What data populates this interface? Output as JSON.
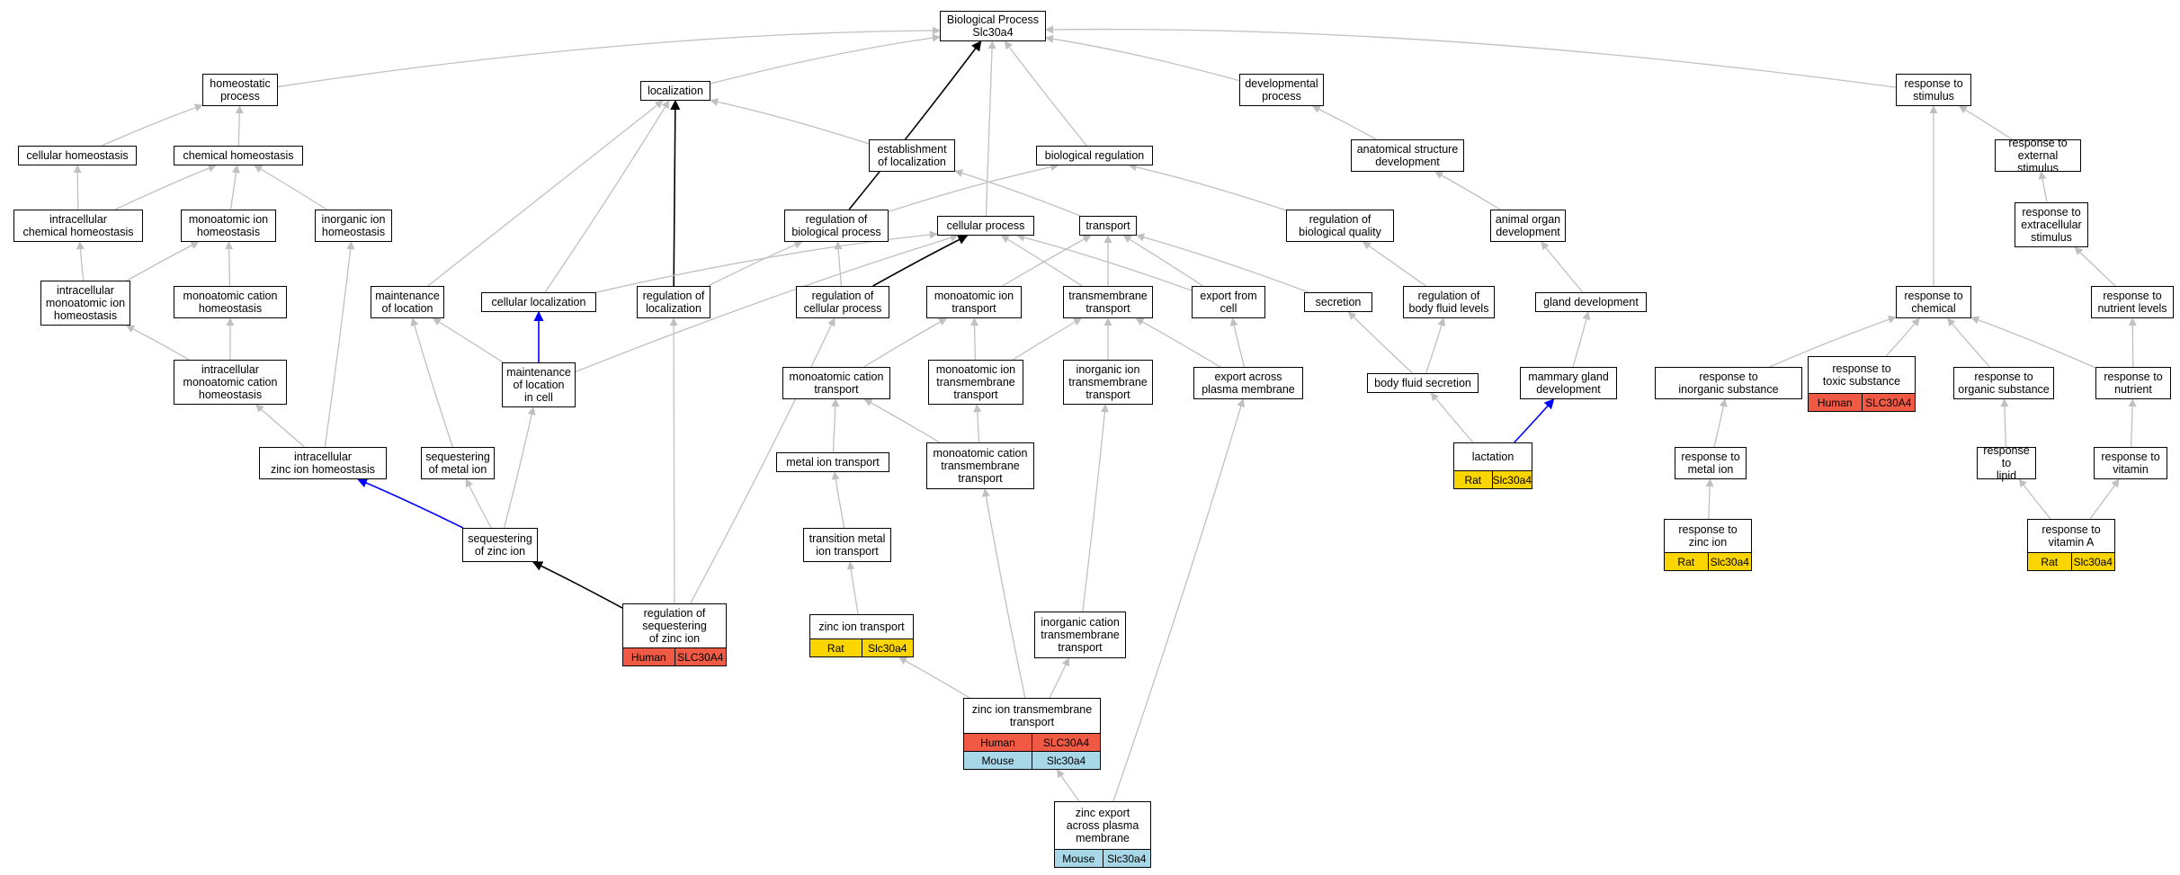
{
  "colors": {
    "edge_gray": "#c0c0c0",
    "edge_black": "#000000",
    "edge_blue": "#0000ff",
    "human": "#f05a44",
    "rat": "#fad500",
    "mouse": "#a8d8e8"
  },
  "nodes": [
    {
      "id": "bp",
      "label": "Biological Process\nSlc30a4"
    },
    {
      "id": "homeo",
      "label": "homeostatic\nprocess"
    },
    {
      "id": "loc",
      "label": "localization"
    },
    {
      "id": "dev",
      "label": "developmental\nprocess"
    },
    {
      "id": "rstim",
      "label": "response to\nstimulus"
    },
    {
      "id": "cellhom",
      "label": "cellular homeostasis"
    },
    {
      "id": "chemhom",
      "label": "chemical homeostasis"
    },
    {
      "id": "estloc",
      "label": "establishment\nof localization"
    },
    {
      "id": "bioreg",
      "label": "biological regulation"
    },
    {
      "id": "anatdev",
      "label": "anatomical structure\ndevelopment"
    },
    {
      "id": "rext",
      "label": "response to\nexternal stimulus"
    },
    {
      "id": "icchem",
      "label": "intracellular\nchemical homeostasis"
    },
    {
      "id": "maih",
      "label": "monoatomic ion\nhomeostasis"
    },
    {
      "id": "inorgih",
      "label": "inorganic ion\nhomeostasis"
    },
    {
      "id": "regbp",
      "label": "regulation of\nbiological process"
    },
    {
      "id": "cellproc",
      "label": "cellular process"
    },
    {
      "id": "transport",
      "label": "transport"
    },
    {
      "id": "regbq",
      "label": "regulation of\nbiological quality"
    },
    {
      "id": "aodev",
      "label": "animal organ\ndevelopment"
    },
    {
      "id": "rextra",
      "label": "response to\nextracellular\nstimulus"
    },
    {
      "id": "icmaih",
      "label": "intracellular\nmonoatomic ion\nhomeostasis"
    },
    {
      "id": "macath",
      "label": "monoatomic cation\nhomeostasis"
    },
    {
      "id": "mainloc",
      "label": "maintenance\nof location"
    },
    {
      "id": "cellloc",
      "label": "cellular localization"
    },
    {
      "id": "regloc",
      "label": "regulation of\nlocalization"
    },
    {
      "id": "regcp",
      "label": "regulation of\ncellular process"
    },
    {
      "id": "maitr",
      "label": "monoatomic ion\ntransport"
    },
    {
      "id": "tmtr",
      "label": "transmembrane\ntransport"
    },
    {
      "id": "expcell",
      "label": "export from\ncell"
    },
    {
      "id": "secretion",
      "label": "secretion"
    },
    {
      "id": "regbfl",
      "label": "regulation of\nbody fluid levels"
    },
    {
      "id": "glanddev",
      "label": "gland development"
    },
    {
      "id": "rchem",
      "label": "response to\nchemical"
    },
    {
      "id": "rnutlev",
      "label": "response to\nnutrient levels"
    },
    {
      "id": "icmacath",
      "label": "intracellular\nmonoatomic cation\nhomeostasis"
    },
    {
      "id": "mainlocic",
      "label": "maintenance\nof location\nin cell"
    },
    {
      "id": "macatr",
      "label": "monoatomic cation\ntransport"
    },
    {
      "id": "maitmtr",
      "label": "monoatomic ion\ntransmembrane\ntransport"
    },
    {
      "id": "inorgitmtr",
      "label": "inorganic ion\ntransmembrane\ntransport"
    },
    {
      "id": "expapm",
      "label": "export across\nplasma membrane"
    },
    {
      "id": "bfsec",
      "label": "body fluid secretion"
    },
    {
      "id": "mgdev",
      "label": "mammary gland\ndevelopment"
    },
    {
      "id": "rinorg",
      "label": "response to\ninorganic substance"
    },
    {
      "id": "rtoxic",
      "label": "response to\ntoxic substance",
      "badges": [
        [
          "Human",
          "SLC30A4",
          "human"
        ]
      ]
    },
    {
      "id": "rorg",
      "label": "response to\norganic substance"
    },
    {
      "id": "rnut",
      "label": "response to\nnutrient"
    },
    {
      "id": "iczinch",
      "label": "intracellular\nzinc ion homeostasis"
    },
    {
      "id": "seqmi",
      "label": "sequestering\nof metal ion"
    },
    {
      "id": "mitr",
      "label": "metal ion transport"
    },
    {
      "id": "macattmtr",
      "label": "monoatomic cation\ntransmembrane\ntransport"
    },
    {
      "id": "lactation",
      "label": "lactation",
      "badges": [
        [
          "Rat",
          "Slc30a4",
          "rat"
        ]
      ]
    },
    {
      "id": "rmetal",
      "label": "response to\nmetal ion"
    },
    {
      "id": "rlipid",
      "label": "response to\nlipid"
    },
    {
      "id": "rvit",
      "label": "response to\nvitamin"
    },
    {
      "id": "seqzinc",
      "label": "sequestering\nof zinc ion"
    },
    {
      "id": "tmitr",
      "label": "transition metal\nion transport"
    },
    {
      "id": "rzinc",
      "label": "response to\nzinc ion",
      "badges": [
        [
          "Rat",
          "Slc30a4",
          "rat"
        ]
      ]
    },
    {
      "id": "rvita",
      "label": "response to\nvitamin A",
      "badges": [
        [
          "Rat",
          "Slc30a4",
          "rat"
        ]
      ]
    },
    {
      "id": "regseqz",
      "label": "regulation of\nsequestering\nof zinc ion",
      "badges": [
        [
          "Human",
          "SLC30A4",
          "human"
        ]
      ]
    },
    {
      "id": "zitr",
      "label": "zinc ion transport",
      "badges": [
        [
          "Rat",
          "Slc30a4",
          "rat"
        ]
      ]
    },
    {
      "id": "inorgcattmtr",
      "label": "inorganic cation\ntransmembrane\ntransport"
    },
    {
      "id": "zitmtr",
      "label": "zinc ion transmembrane\ntransport",
      "badges": [
        [
          "Human",
          "SLC30A4",
          "human"
        ],
        [
          "Mouse",
          "Slc30a4",
          "mouse"
        ]
      ]
    },
    {
      "id": "zexp",
      "label": "zinc export\nacross plasma\nmembrane",
      "badges": [
        [
          "Mouse",
          "Slc30a4",
          "mouse"
        ]
      ]
    }
  ],
  "edges": [
    [
      "homeo",
      "bp",
      "g"
    ],
    [
      "loc",
      "bp",
      "g"
    ],
    [
      "dev",
      "bp",
      "g"
    ],
    [
      "rstim",
      "bp",
      "g"
    ],
    [
      "bioreg",
      "bp",
      "g"
    ],
    [
      "cellproc",
      "bp",
      "g"
    ],
    [
      "regbp",
      "bp",
      "k"
    ],
    [
      "cellhom",
      "homeo",
      "g"
    ],
    [
      "chemhom",
      "homeo",
      "g"
    ],
    [
      "estloc",
      "loc",
      "g"
    ],
    [
      "mainloc",
      "loc",
      "g"
    ],
    [
      "cellloc",
      "loc",
      "g"
    ],
    [
      "regloc",
      "loc",
      "k"
    ],
    [
      "anatdev",
      "dev",
      "g"
    ],
    [
      "rchem",
      "rstim",
      "g"
    ],
    [
      "rext",
      "rstim",
      "g"
    ],
    [
      "icchem",
      "cellhom",
      "g"
    ],
    [
      "icchem",
      "chemhom",
      "g"
    ],
    [
      "maih",
      "chemhom",
      "g"
    ],
    [
      "inorgih",
      "chemhom",
      "g"
    ],
    [
      "transport",
      "estloc",
      "g"
    ],
    [
      "regbp",
      "bioreg",
      "g"
    ],
    [
      "regbq",
      "bioreg",
      "g"
    ],
    [
      "aodev",
      "anatdev",
      "g"
    ],
    [
      "rextra",
      "rext",
      "g"
    ],
    [
      "icmaih",
      "icchem",
      "g"
    ],
    [
      "icmaih",
      "maih",
      "g"
    ],
    [
      "macath",
      "maih",
      "g"
    ],
    [
      "regloc",
      "regbp",
      "g"
    ],
    [
      "regcp",
      "regbp",
      "g"
    ],
    [
      "regcp",
      "cellproc",
      "k"
    ],
    [
      "cellloc",
      "cellproc",
      "g"
    ],
    [
      "mainlocic",
      "cellproc",
      "g"
    ],
    [
      "maitr",
      "transport",
      "g"
    ],
    [
      "tmtr",
      "transport",
      "g"
    ],
    [
      "expcell",
      "transport",
      "g"
    ],
    [
      "tmtr",
      "cellproc",
      "g"
    ],
    [
      "expcell",
      "cellproc",
      "g"
    ],
    [
      "secretion",
      "transport",
      "g"
    ],
    [
      "regbfl",
      "regbq",
      "g"
    ],
    [
      "glanddev",
      "aodev",
      "g"
    ],
    [
      "rnutlev",
      "rextra",
      "g"
    ],
    [
      "icmacath",
      "icmaih",
      "g"
    ],
    [
      "icmacath",
      "macath",
      "g"
    ],
    [
      "mainlocic",
      "mainloc",
      "g"
    ],
    [
      "mainlocic",
      "cellloc",
      "b"
    ],
    [
      "seqmi",
      "mainloc",
      "g"
    ],
    [
      "macatr",
      "maitr",
      "g"
    ],
    [
      "maitmtr",
      "maitr",
      "g"
    ],
    [
      "maitmtr",
      "tmtr",
      "g"
    ],
    [
      "inorgitmtr",
      "tmtr",
      "g"
    ],
    [
      "expapm",
      "tmtr",
      "g"
    ],
    [
      "expapm",
      "expcell",
      "g"
    ],
    [
      "bfsec",
      "secretion",
      "g"
    ],
    [
      "bfsec",
      "regbfl",
      "g"
    ],
    [
      "mgdev",
      "glanddev",
      "g"
    ],
    [
      "rinorg",
      "rchem",
      "g"
    ],
    [
      "rtoxic",
      "rchem",
      "g"
    ],
    [
      "rorg",
      "rchem",
      "g"
    ],
    [
      "rnut",
      "rchem",
      "g"
    ],
    [
      "rnut",
      "rnutlev",
      "g"
    ],
    [
      "iczinch",
      "icmacath",
      "g"
    ],
    [
      "iczinch",
      "inorgih",
      "g"
    ],
    [
      "seqzinc",
      "seqmi",
      "g"
    ],
    [
      "seqzinc",
      "mainlocic",
      "g"
    ],
    [
      "seqzinc",
      "iczinch",
      "b"
    ],
    [
      "mitr",
      "macatr",
      "g"
    ],
    [
      "macattmtr",
      "macatr",
      "g"
    ],
    [
      "macattmtr",
      "maitmtr",
      "g"
    ],
    [
      "lactation",
      "bfsec",
      "g"
    ],
    [
      "lactation",
      "mgdev",
      "b"
    ],
    [
      "rmetal",
      "rinorg",
      "g"
    ],
    [
      "rlipid",
      "rorg",
      "g"
    ],
    [
      "rvit",
      "rnut",
      "g"
    ],
    [
      "tmitr",
      "mitr",
      "g"
    ],
    [
      "rzinc",
      "rmetal",
      "g"
    ],
    [
      "rvita",
      "rlipid",
      "g"
    ],
    [
      "rvita",
      "rvit",
      "g"
    ],
    [
      "regseqz",
      "seqzinc",
      "k"
    ],
    [
      "regseqz",
      "regloc",
      "g"
    ],
    [
      "regseqz",
      "regcp",
      "g"
    ],
    [
      "zitr",
      "tmitr",
      "g"
    ],
    [
      "inorgcattmtr",
      "inorgitmtr",
      "g"
    ],
    [
      "zitmtr",
      "zitr",
      "g"
    ],
    [
      "zitmtr",
      "inorgcattmtr",
      "g"
    ],
    [
      "zitmtr",
      "macattmtr",
      "g"
    ],
    [
      "zexp",
      "zitmtr",
      "g"
    ],
    [
      "zexp",
      "expapm",
      "g"
    ]
  ]
}
